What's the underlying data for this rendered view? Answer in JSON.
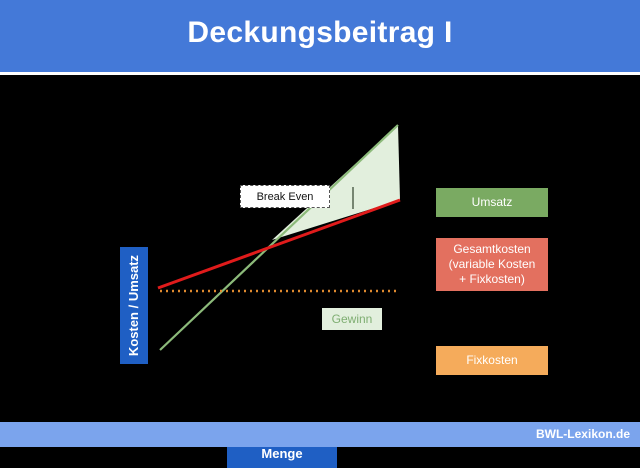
{
  "header": {
    "title": "Deckungsbeitrag I",
    "bg_color": "#4479d8"
  },
  "axes": {
    "y_label": "Kosten / Umsatz",
    "x_label": "Menge",
    "label_box_color": "#1f5fc4"
  },
  "annotations": {
    "break_even": "Break Even",
    "profit": "Gewinn"
  },
  "legend": {
    "items": [
      {
        "label": "Umsatz",
        "color": "#7aaa62"
      },
      {
        "label": "Gesamtkosten\n(variable Kosten\n+ Fixkosten)",
        "color": "#e3705f"
      },
      {
        "label": "Fixkosten",
        "color": "#f5ab5b"
      }
    ]
  },
  "footer": {
    "source": "BWL-Lexikon.de",
    "bg_color": "#7ba4ed"
  },
  "chart_data": {
    "type": "line",
    "title": "Deckungsbeitrag I",
    "xlabel": "Menge",
    "ylabel": "Kosten / Umsatz",
    "grid": false,
    "legend_position": "right",
    "background": "#000000",
    "series": [
      {
        "name": "Umsatz",
        "color": "#8cba7a",
        "type": "line",
        "points": [
          [
            160,
            350
          ],
          [
            398,
            125
          ]
        ]
      },
      {
        "name": "Gesamtkosten (variable Kosten + Fixkosten)",
        "color": "#e01b1b",
        "type": "line",
        "points": [
          [
            158,
            288
          ],
          [
            400,
            200
          ]
        ]
      },
      {
        "name": "Fixkosten",
        "color": "#e08a2e",
        "type": "line",
        "style": "dotted",
        "points": [
          [
            160,
            291
          ],
          [
            398,
            291
          ]
        ]
      }
    ],
    "shaded_regions": [
      {
        "name": "Gewinn",
        "fill": "#e2efdd",
        "between": [
          "Umsatz",
          "Gesamtkosten"
        ],
        "from_x": 272,
        "to_x": 398
      }
    ],
    "markers": [
      {
        "name": "break-even",
        "x": 272,
        "y": 240
      },
      {
        "name": "contribution-margin-tick",
        "x": 353,
        "y_top": 187,
        "y_bottom": 209
      }
    ]
  }
}
